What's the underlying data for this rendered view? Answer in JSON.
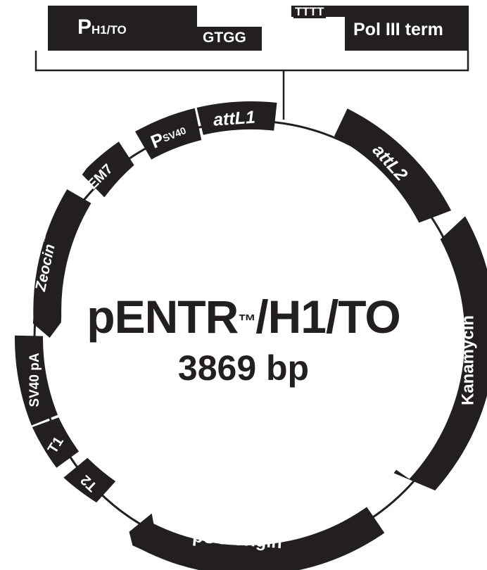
{
  "colors": {
    "ink": "#231f20",
    "paper": "#ffffff"
  },
  "insert": {
    "promoter_main": "P",
    "promoter_sub": "H1/TO",
    "spacer": "GTGG",
    "tttt": "TTTT",
    "terminator": "Pol III term"
  },
  "plasmid": {
    "name_main": "pENTR",
    "name_tm": "™",
    "name_rest": "/H1/TO",
    "size": "3869 bp"
  },
  "features": {
    "attL1": "attL1",
    "psv40_main": "P",
    "psv40_sub": "SV40",
    "em7": "EM7",
    "zeocin": "Zeocin",
    "zeocin_tm": "™",
    "sv40pa": "SV40 pA",
    "t1": "T1",
    "t2": "T2",
    "puc": "pUC origin",
    "kanamycin": "Kanamycin",
    "attL2": "attL2"
  }
}
